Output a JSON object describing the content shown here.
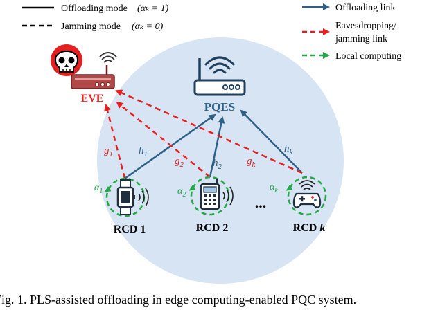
{
  "legend": {
    "offloading_mode": "Offloading mode",
    "offloading_cond": "(αₖ = 1)",
    "jamming_mode": "Jamming mode",
    "jamming_cond": "(αₖ = 0)",
    "offloading_link": "Offloading link",
    "eaves_line1": "Eavesdropping/",
    "eaves_line2": "jamming link",
    "local_computing": "Local computing"
  },
  "nodes": {
    "eve": "EVE",
    "pqes": "PQES",
    "rcd1": "RCD 1",
    "rcd2": "RCD 2",
    "rcdk_prefix": "RCD ",
    "rcdk_suffix": "k",
    "ellipsis": "..."
  },
  "labels": {
    "g1_base": "g",
    "g1_sub": "1",
    "h1_base": "h",
    "h1_sub": "1",
    "g2_base": "g",
    "g2_sub": "2",
    "h2_base": "h",
    "h2_sub": "2",
    "gk_base": "g",
    "gk_sub": "k",
    "hk_base": "h",
    "hk_sub": "k",
    "a1_base": "α",
    "a1_sub": "1",
    "a2_base": "α",
    "a2_sub": "2",
    "ak_base": "α",
    "ak_sub": "k"
  },
  "caption": "Fig. 1.   PLS-assisted offloading in edge computing-enabled PQC system.",
  "colors": {
    "offload": "#2e5f86",
    "eaves": "#e82020",
    "local": "#22a845",
    "circle": "#d6e4f3",
    "router_red": "#a33a3a",
    "pqes_dark": "#1f3f5c"
  },
  "icons": [
    "skull-icon",
    "router-icon",
    "signal-icon",
    "watch-icon",
    "phone-icon",
    "gamepad-icon"
  ]
}
